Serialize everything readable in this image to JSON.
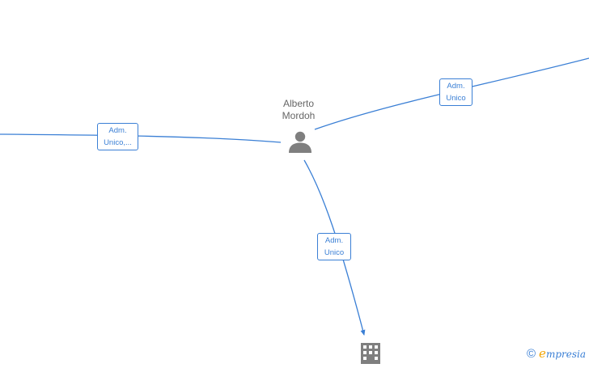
{
  "person": {
    "name_line1": "Alberto",
    "name_line2": "Mordoh"
  },
  "edges": {
    "left": {
      "line1": "Adm.",
      "line2": "Unico,..."
    },
    "upper_right": {
      "line1": "Adm.",
      "line2": "Unico"
    },
    "down": {
      "line1": "Adm.",
      "line2": "Unico"
    }
  },
  "icons": {
    "person": "person-icon",
    "company": "building-icon"
  },
  "brand": {
    "copyright": "©",
    "initial": "e",
    "rest": "mpresia"
  },
  "colors": {
    "edge": "#3a7fd5",
    "node": "#7f7f7f",
    "brand_accent": "#f2a400"
  }
}
